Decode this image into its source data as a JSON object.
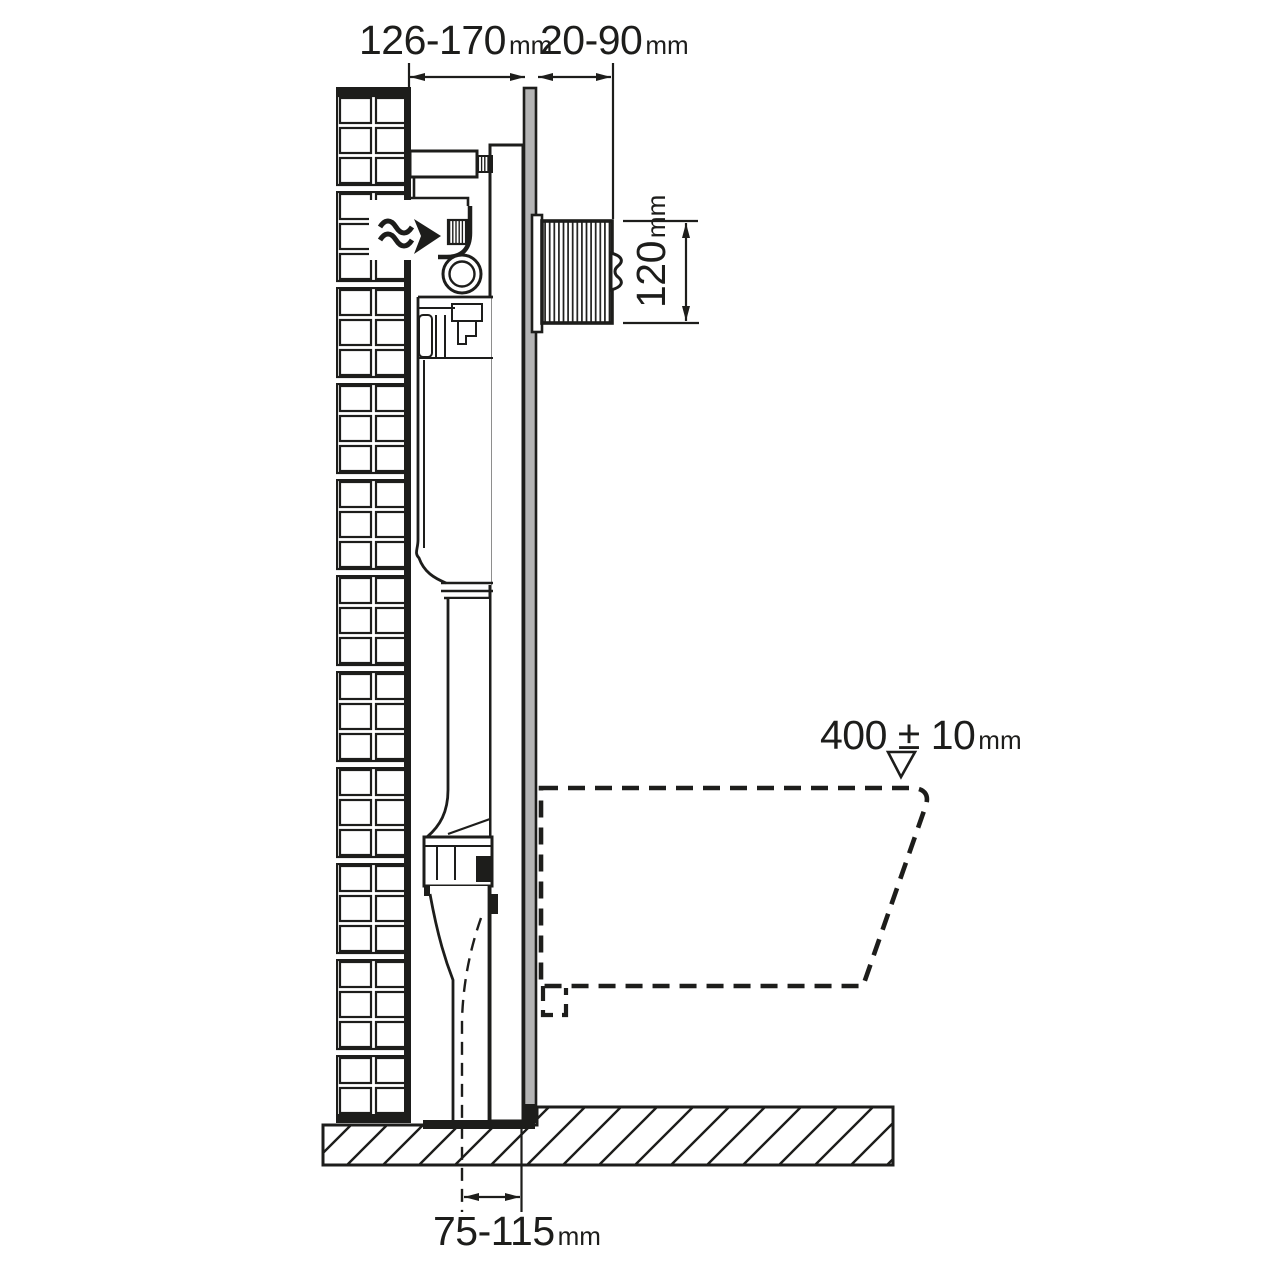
{
  "drawing": {
    "description": "Side-view technical installation drawing of a concealed WC cistern frame mounted behind a tiled wall, with finished wall panel, flush-plate opening and dashed outline of a wall-hung toilet bowl on a hatched floor",
    "colors": {
      "line": "#1d1d1b",
      "wall_panel": "#b4b4b4",
      "background": "#ffffff"
    }
  },
  "labels": {
    "frame_depth": {
      "value": "126-170",
      "unit": "mm"
    },
    "wall_thickness": {
      "value": "20-90",
      "unit": "mm"
    },
    "flush_opening_height": {
      "value": "120",
      "unit": "mm"
    },
    "bowl_rim_height": {
      "value": "400 ± 10",
      "unit": "mm"
    },
    "outlet_distance": {
      "value": "75-115",
      "unit": "mm"
    }
  }
}
